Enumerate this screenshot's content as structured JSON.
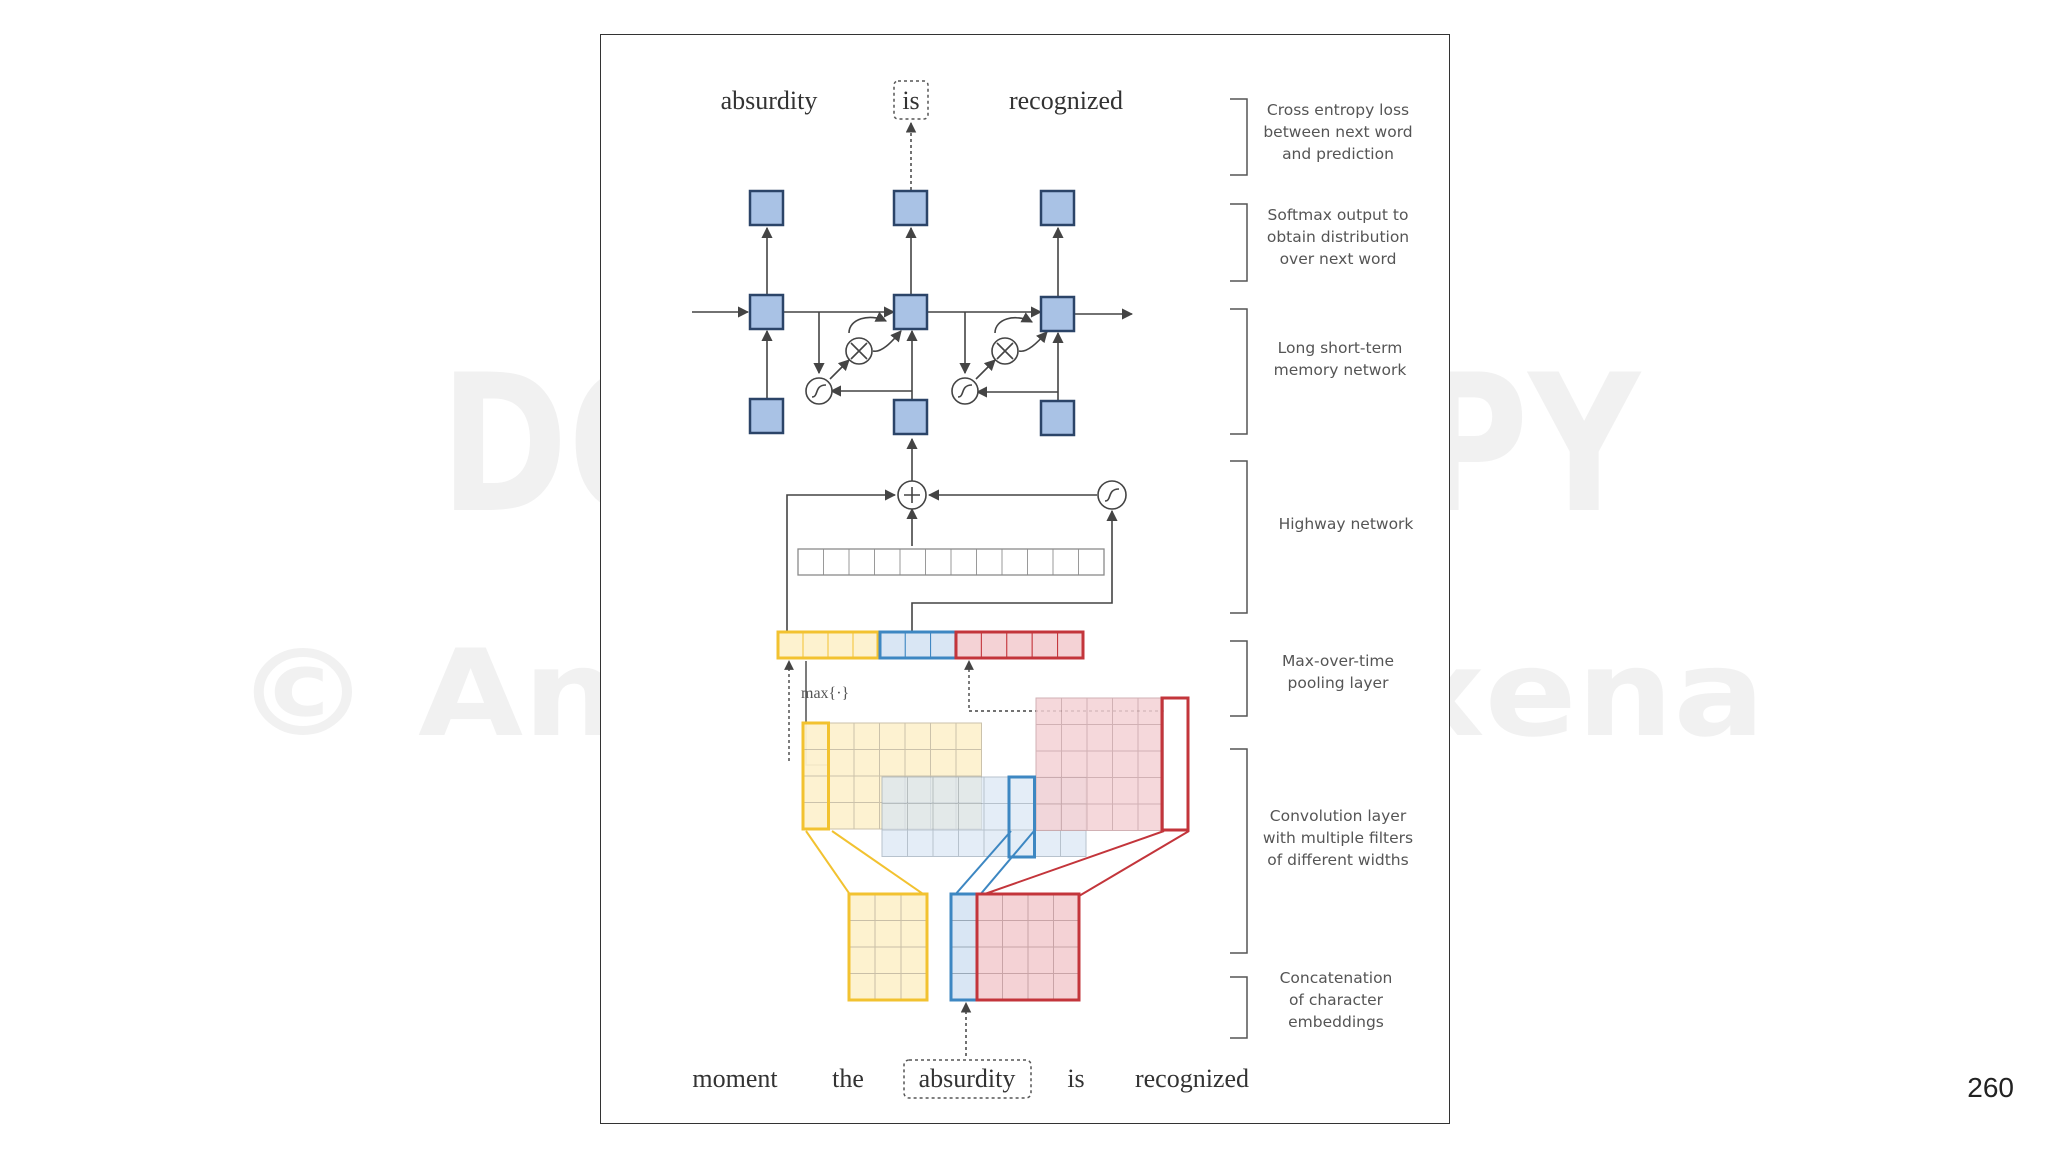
{
  "watermark": {
    "line1": "DO NOT COPY",
    "line2": "© Anuradha Saxena"
  },
  "diagram": {
    "top_words": [
      "absurdity",
      "is",
      "recognized"
    ],
    "bottom_words": [
      "moment",
      "the",
      "absurdity",
      "is",
      "recognized"
    ],
    "highlighted_top_index": 1,
    "highlighted_bottom_index": 2,
    "pool_label": "max{·}",
    "annotations": [
      {
        "lines": [
          "Cross entropy loss",
          "between next word",
          "and prediction"
        ]
      },
      {
        "lines": [
          "Softmax output to",
          "obtain distribution",
          "over next word"
        ]
      },
      {
        "lines": [
          "Long short-term",
          "memory network"
        ]
      },
      {
        "lines": [
          "Highway network"
        ]
      },
      {
        "lines": [
          "Max-over-time",
          "pooling layer"
        ]
      },
      {
        "lines": [
          "Convolution layer",
          "with multiple filters",
          "of different widths"
        ]
      },
      {
        "lines": [
          "Concatenation",
          "of character",
          "embeddings"
        ]
      }
    ]
  },
  "colors": {
    "node_fill": "#a9c2e5",
    "node_stroke": "#2b4468",
    "yellow": "#f2c230",
    "yellow_fill": "#fdf2cf",
    "blue": "#3d87c2",
    "blue_fill": "#d9e6f4",
    "red": "#c3353b",
    "red_fill": "#f4d2d5",
    "line": "#444444"
  },
  "page_number": "260"
}
